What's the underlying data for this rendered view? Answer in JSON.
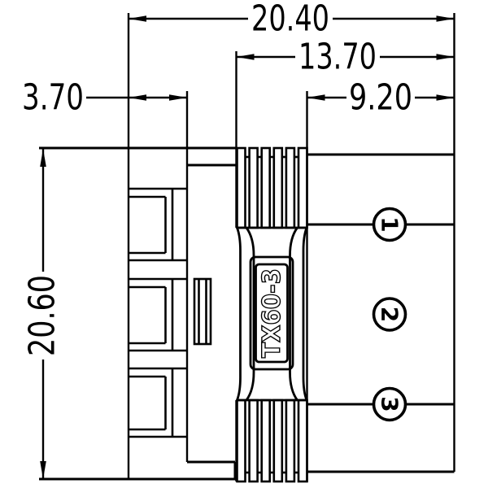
{
  "drawing": {
    "part_label": "TX60-3",
    "dimensions": {
      "overall_width": "20.40",
      "body_width": "13.70",
      "connector_width": "9.20",
      "flange_depth": "3.70",
      "overall_height": "20.60"
    },
    "pins": {
      "pin1": "1",
      "pin2": "2",
      "pin3": "3"
    },
    "colors": {
      "line": "#000000",
      "background": "#ffffff"
    }
  }
}
